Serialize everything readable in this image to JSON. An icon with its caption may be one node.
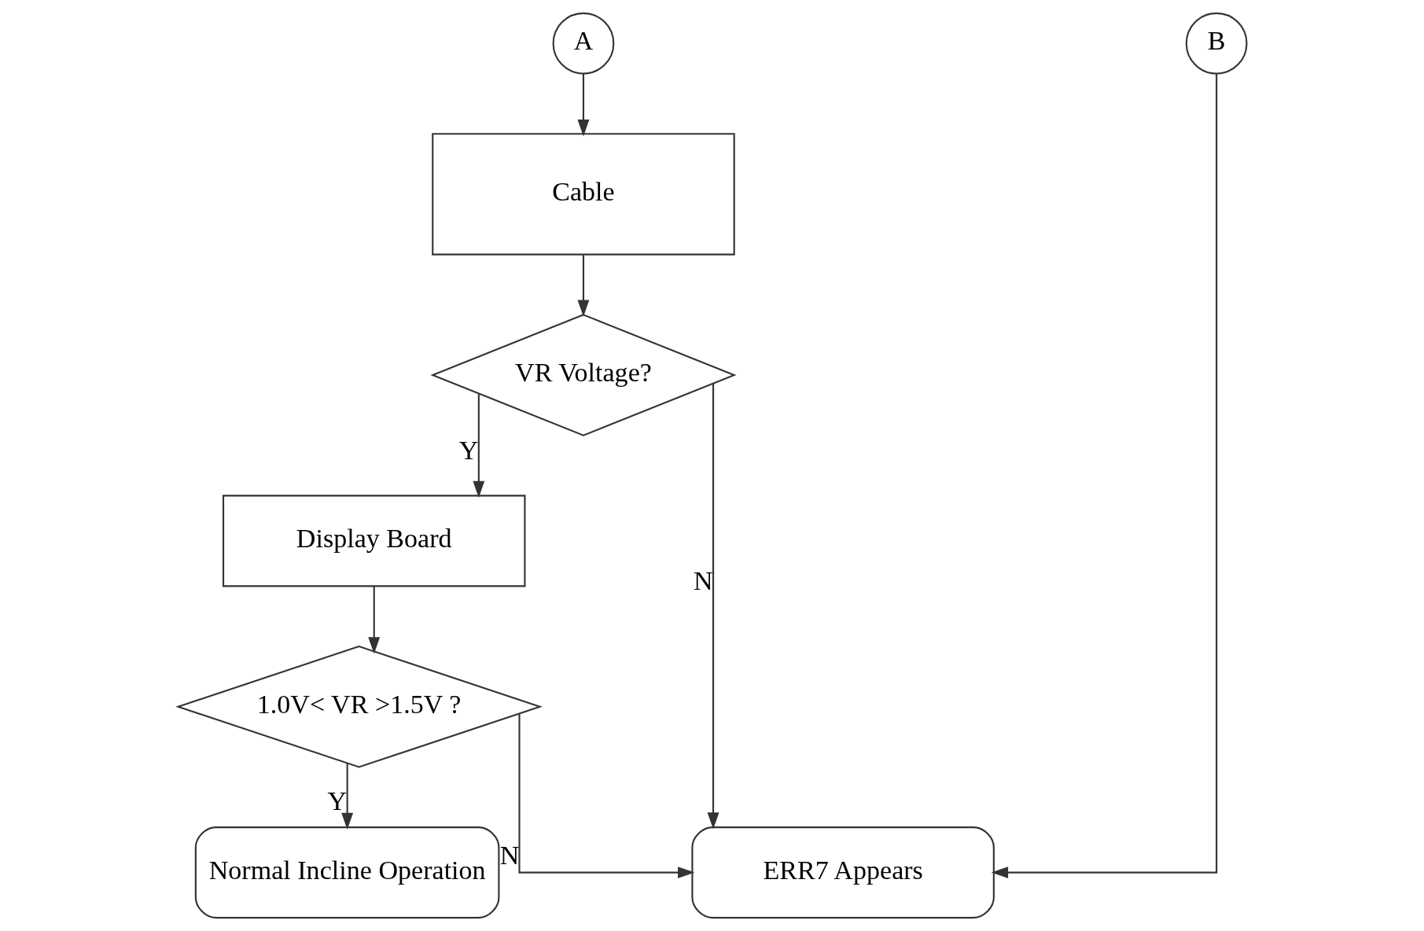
{
  "diagram": {
    "nodes": [
      {
        "text": [
          "A"
        ]
      },
      {
        "text": [
          "B"
        ]
      },
      {
        "text": [
          "Cable"
        ]
      },
      {
        "text": [
          "VR Voltage?"
        ]
      },
      {
        "text": [
          "Display Board"
        ]
      },
      {
        "text": [
          "1.0V< VR >1.5V ?"
        ]
      },
      {
        "text": [
          "Normal Incline Operation"
        ]
      },
      {
        "text": [
          "ERR7 Appears"
        ]
      }
    ],
    "edges": [
      {
        "from": 0,
        "to": 2,
        "arrow": "to"
      },
      {
        "from": 2,
        "to": 3,
        "arrow": "to"
      },
      {
        "from": 3,
        "to": 7,
        "arrow": "to",
        "label": "N"
      },
      {
        "from": 3,
        "to": 4,
        "arrow": "to",
        "label": "Y"
      },
      {
        "from": 4,
        "to": 5,
        "arrow": "to"
      },
      {
        "from": 5,
        "to": 7,
        "arrow": "to",
        "label": "N"
      },
      {
        "from": 5,
        "to": 6,
        "arrow": "to",
        "label": "Y"
      },
      {
        "from": 1,
        "to": 7,
        "arrow": "to"
      }
    ]
  }
}
